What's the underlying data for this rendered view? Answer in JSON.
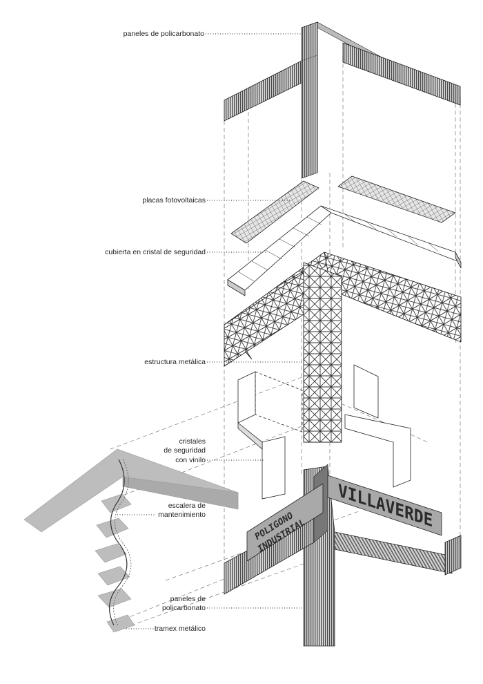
{
  "labels": {
    "paneles_top": "paneles de policarbonato",
    "placas": "placas fotovoltaicas",
    "cubierta": "cubierta en cristal de seguridad",
    "estructura": "estructura metálica",
    "cristales_1": "cristales",
    "cristales_2": "de seguridad",
    "cristales_3": "con vinilo",
    "escalera_1": "escalera de",
    "escalera_2": "mantenimiento",
    "paneles_bot_1": "paneles de",
    "paneles_bot_2": "policarbonato",
    "tramex": "tramex metálico"
  },
  "sign": {
    "line1": "POLIGONO",
    "line2": "INDUSTRIAL",
    "main": "VILLAVERDE"
  },
  "colors": {
    "ink": "#222222",
    "panel": "#8a8a8a",
    "panel_dark": "#5a5a5a",
    "stair": "#bdbdbd"
  }
}
